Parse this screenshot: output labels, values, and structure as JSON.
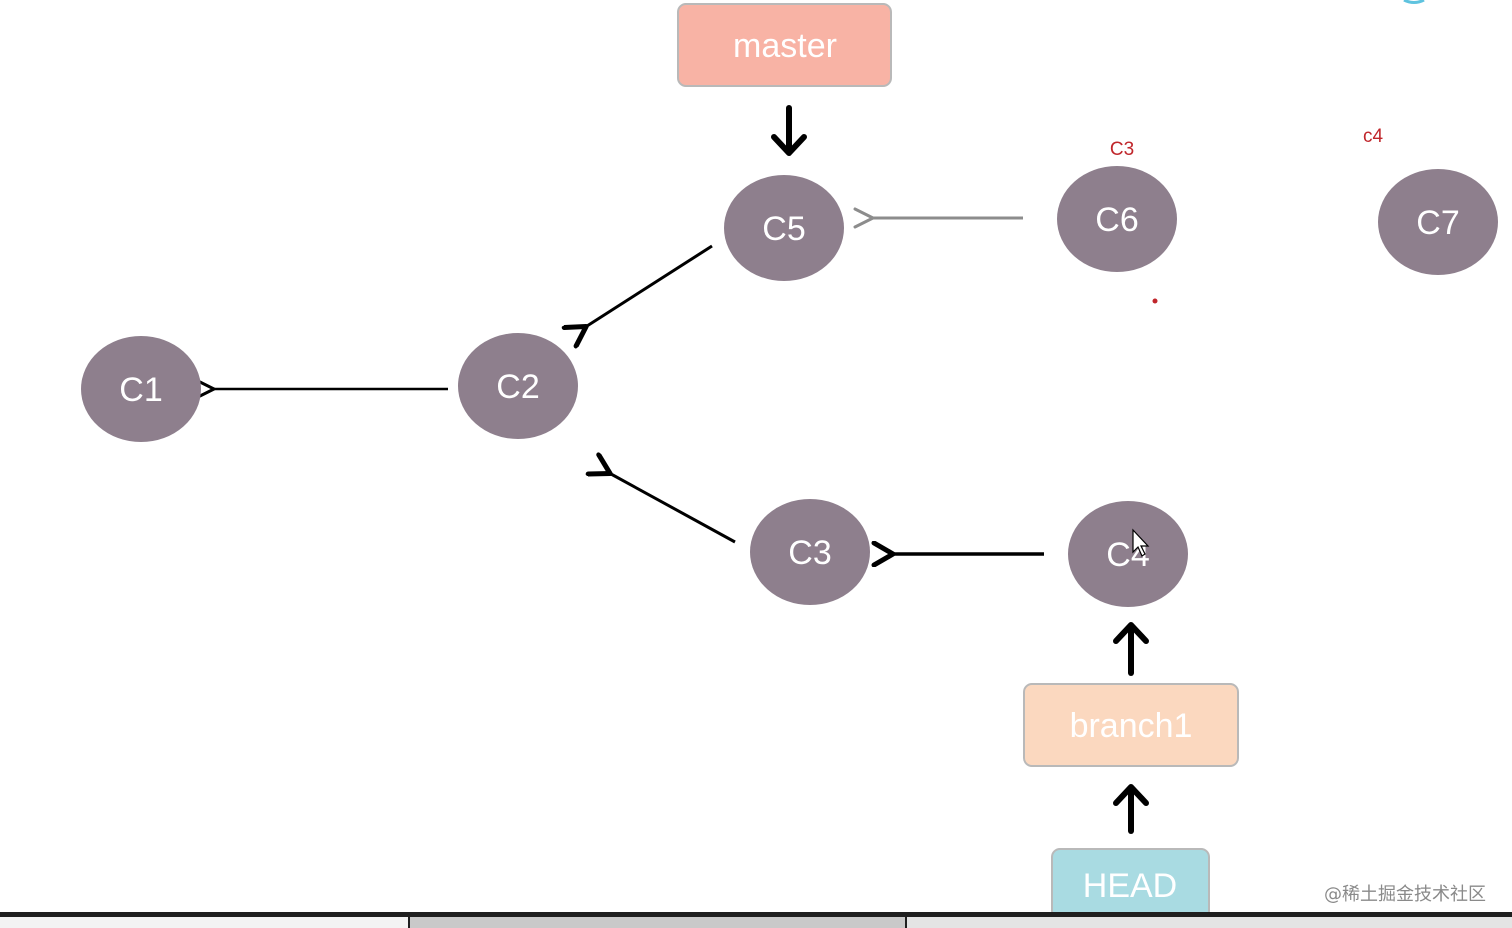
{
  "commits": [
    {
      "id": "c1",
      "label": "C1"
    },
    {
      "id": "c2",
      "label": "C2"
    },
    {
      "id": "c3",
      "label": "C3"
    },
    {
      "id": "c4",
      "label": "C4"
    },
    {
      "id": "c5",
      "label": "C5"
    },
    {
      "id": "c6",
      "label": "C6"
    },
    {
      "id": "c7",
      "label": "C7"
    }
  ],
  "refs": {
    "master": "master",
    "branch1": "branch1",
    "head": "HEAD"
  },
  "notes": {
    "above_c6": "C3",
    "above_c7": "c4"
  },
  "watermark": "@稀土掘金技术社区",
  "colors": {
    "commit_fill": "#8e7f8d",
    "master_fill": "#f8b3a5",
    "branch1_fill": "#fbd8bf",
    "head_fill": "#a9dbe2",
    "note_text": "#c0262b"
  }
}
